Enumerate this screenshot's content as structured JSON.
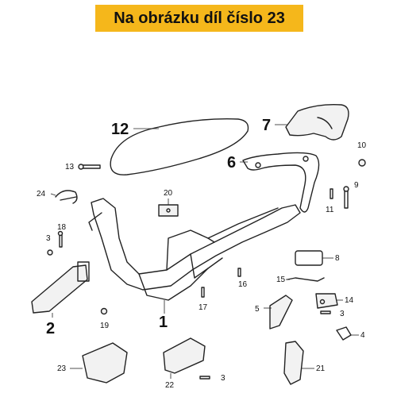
{
  "header": {
    "title": "Na obrázku díl číslo 23",
    "bg_color": "#f5b71b"
  },
  "callouts": {
    "c1": "1",
    "c2": "2",
    "c3a": "3",
    "c3b": "3",
    "c3c": "3",
    "c4": "4",
    "c5": "5",
    "c6": "6",
    "c7": "7",
    "c8": "8",
    "c9": "9",
    "c10": "10",
    "c11": "11",
    "c12": "12",
    "c13": "13",
    "c14": "14",
    "c15": "15",
    "c16": "16",
    "c17": "17",
    "c18": "18",
    "c19": "19",
    "c20": "20",
    "c21": "21",
    "c22": "22",
    "c23": "23",
    "c24": "24"
  }
}
